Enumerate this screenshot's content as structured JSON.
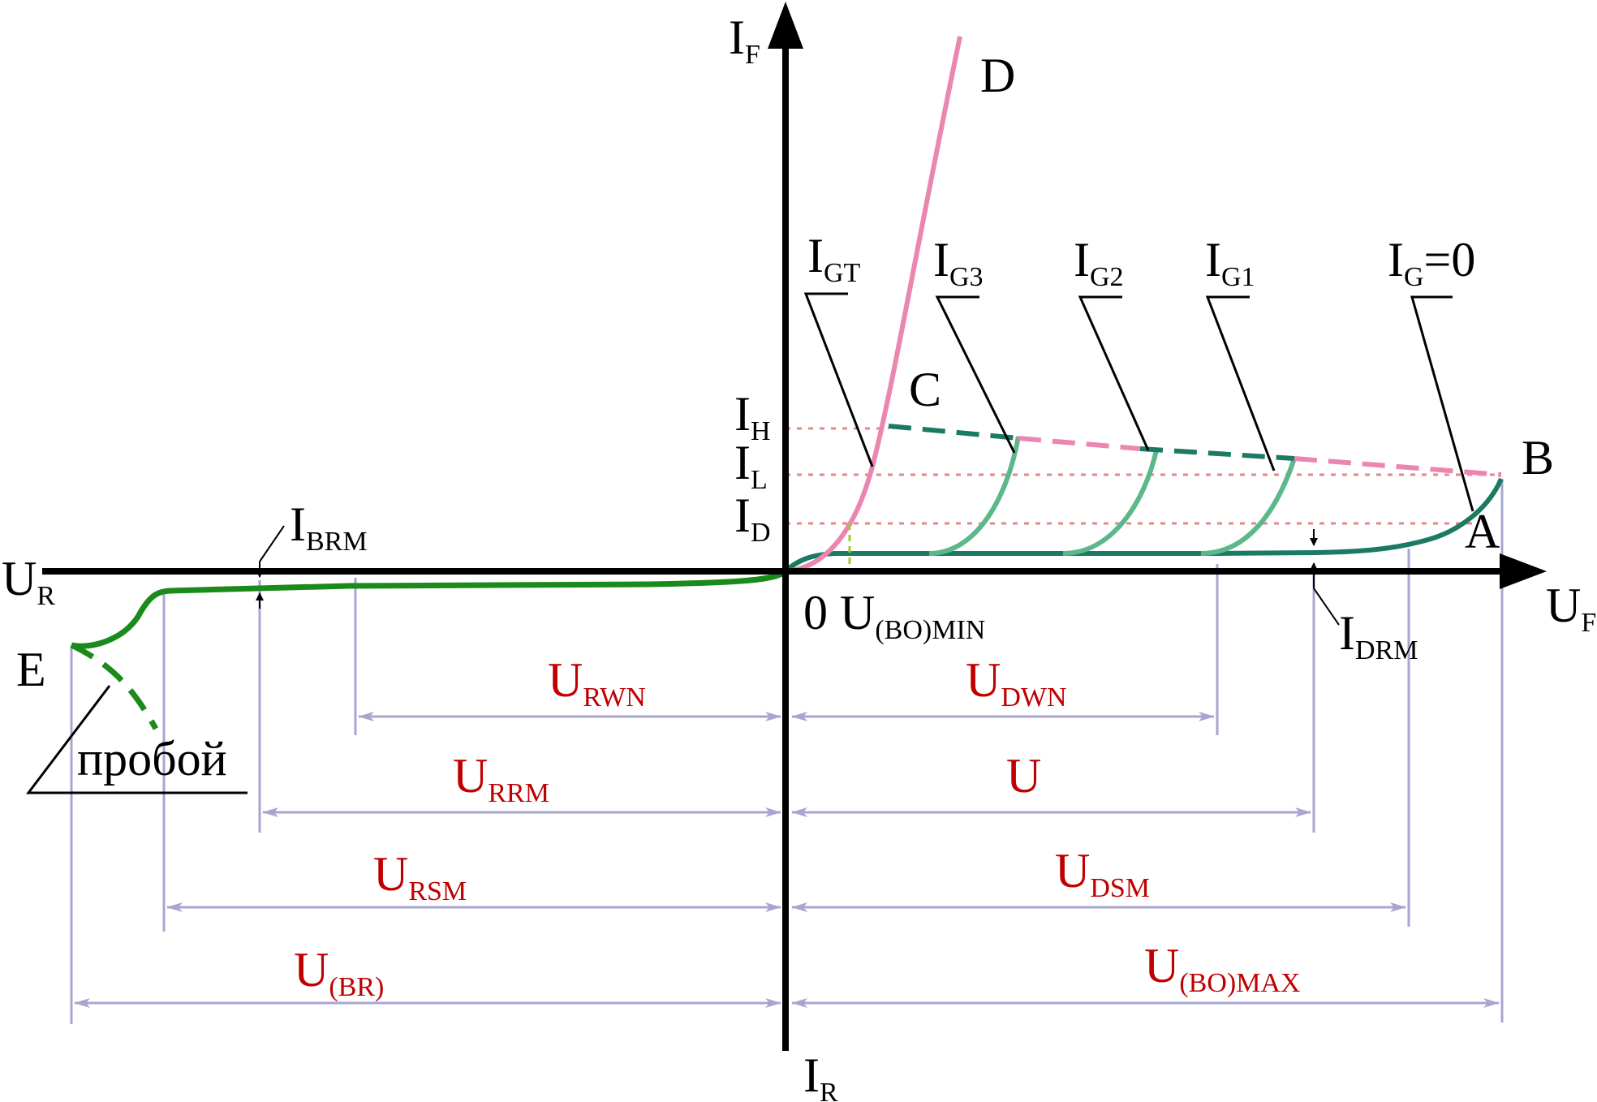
{
  "axes": {
    "y_pos": {
      "base": "I",
      "sub": "F"
    },
    "y_neg": {
      "base": "I",
      "sub": "R"
    },
    "x_neg": {
      "base": "U",
      "sub": "R"
    },
    "x_pos": {
      "base": "U",
      "sub": "F"
    },
    "origin": "0"
  },
  "points": {
    "A": "A",
    "B": "B",
    "C": "C",
    "D": "D",
    "E": "E"
  },
  "current_levels": {
    "IH": {
      "base": "I",
      "sub": "H"
    },
    "IL": {
      "base": "I",
      "sub": "L"
    },
    "ID": {
      "base": "I",
      "sub": "D"
    }
  },
  "gate_labels": {
    "IGT": {
      "base": "I",
      "sub": "GT"
    },
    "IG3": {
      "base": "I",
      "sub": "G3"
    },
    "IG2": {
      "base": "I",
      "sub": "G2"
    },
    "IG1": {
      "base": "I",
      "sub": "G1"
    },
    "IG0": {
      "base": "I",
      "sub": "G",
      "tail": "=0"
    }
  },
  "leakage_labels": {
    "IBRM": {
      "base": "I",
      "sub": "BRM"
    },
    "IDRM": {
      "base": "I",
      "sub": "DRM"
    }
  },
  "breakover_min": {
    "base": "U",
    "sub": "(BO)MIN"
  },
  "breakdown_note": "пробой",
  "voltage_ranges": {
    "URWN": {
      "base": "U",
      "sub": "RWN"
    },
    "URRM": {
      "base": "U",
      "sub": "RRM"
    },
    "URSM": {
      "base": "U",
      "sub": "RSM"
    },
    "UBR": {
      "base": "U",
      "sub": "(BR)"
    },
    "UDWN": {
      "base": "U",
      "sub": "DWN"
    },
    "U": {
      "base": "U",
      "sub": ""
    },
    "UDSM": {
      "base": "U",
      "sub": "DSM"
    },
    "UBOMAX": {
      "base": "U",
      "sub": "(BO)MAX"
    }
  },
  "colors": {
    "axis": "#000000",
    "reverse_curve": "#1a8a1a",
    "forward_curve": "#1b7a62",
    "gate_curves": "#5cb88a",
    "on_state": "#ea86b0",
    "level_lines": "#e08a8a",
    "dimension_lines": "#a8a6d0",
    "range_labels": "#c00000"
  }
}
